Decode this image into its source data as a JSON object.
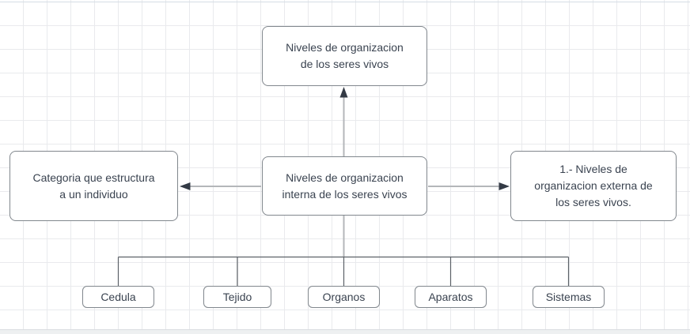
{
  "diagram": {
    "nodes": {
      "top": {
        "label": "Niveles de organizacion\nde los seres vivos"
      },
      "center": {
        "label": "Niveles de organizacion\ninterna de los seres vivos"
      },
      "left": {
        "label": "Categoria que estructura\na un individuo"
      },
      "right": {
        "label": "1.- Niveles de\norganizacion externa de\nlos seres vivos."
      },
      "children": [
        {
          "label": "Cedula"
        },
        {
          "label": "Tejido"
        },
        {
          "label": "Organos"
        },
        {
          "label": "Aparatos"
        },
        {
          "label": "Sistemas"
        }
      ]
    },
    "colors": {
      "background": "#ffffff",
      "grid_line": "#e9eaed",
      "page_edge": "#d5dde5",
      "outside_page": "#eef0f1",
      "node_border": "#81878d",
      "node_fill": "#ffffff",
      "node_text": "#3a4350",
      "edge_light": "#b4b7ba",
      "edge_dark": "#5d6268",
      "arrowhead": "#333a45"
    }
  }
}
